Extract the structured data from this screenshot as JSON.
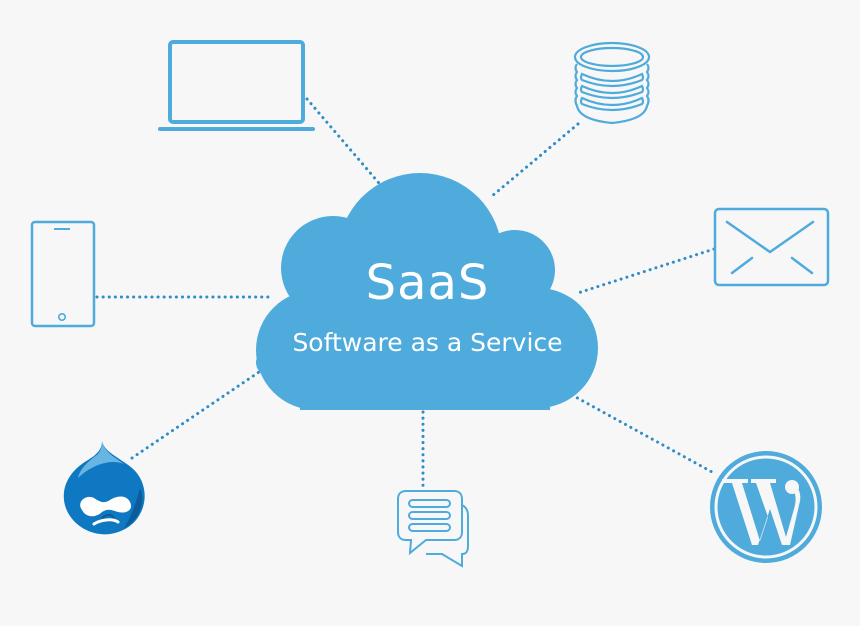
{
  "diagram": {
    "title": "SaaS",
    "subtitle": "Software as a Service",
    "colors": {
      "background": "#f7f7f7",
      "cloud": "#4eabdb",
      "icon_stroke": "#4eabdb",
      "connector": "#2f8cc6",
      "drupal_blue": "#0f78c2",
      "drupal_dark": "#0b5c9a",
      "wordpress": "#4eabdb"
    },
    "nodes": [
      {
        "id": "laptop",
        "label": "laptop-icon"
      },
      {
        "id": "database",
        "label": "database-icon"
      },
      {
        "id": "smartphone",
        "label": "smartphone-icon"
      },
      {
        "id": "email",
        "label": "envelope-icon"
      },
      {
        "id": "drupal",
        "label": "drupal-logo"
      },
      {
        "id": "chat",
        "label": "chat-bubbles-icon"
      },
      {
        "id": "wordpress",
        "label": "wordpress-logo"
      }
    ],
    "edges": [
      {
        "from": "cloud",
        "to": "laptop"
      },
      {
        "from": "cloud",
        "to": "database"
      },
      {
        "from": "cloud",
        "to": "smartphone"
      },
      {
        "from": "cloud",
        "to": "email"
      },
      {
        "from": "cloud",
        "to": "drupal"
      },
      {
        "from": "cloud",
        "to": "chat"
      },
      {
        "from": "cloud",
        "to": "wordpress"
      }
    ]
  }
}
